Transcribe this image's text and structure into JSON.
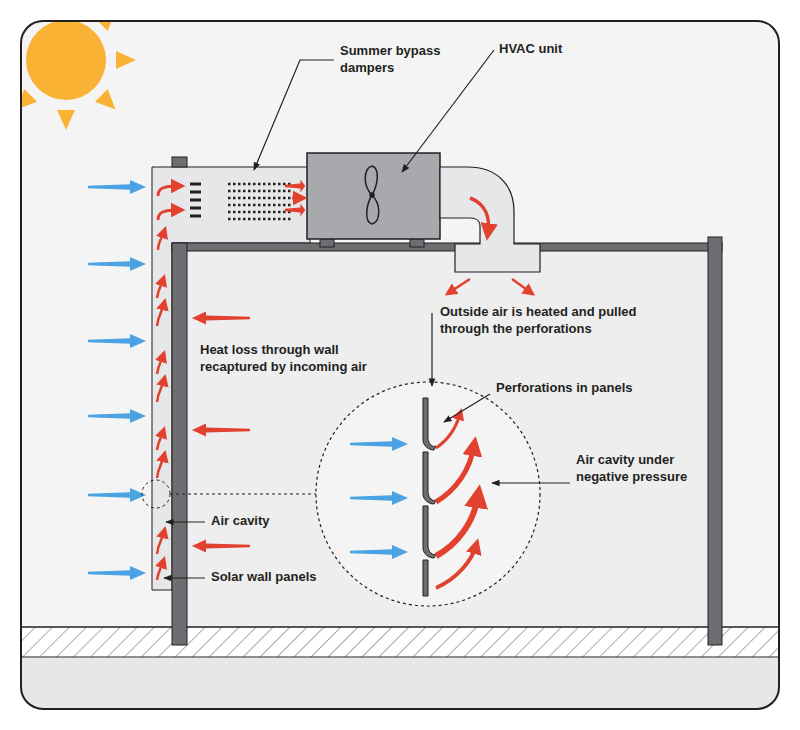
{
  "diagram": {
    "labels": [
      "Summer bypass dampers",
      "HVAC unit",
      "Heat loss through wall recaptured by incoming air",
      "Outside air is heated and pulled through the perforations",
      "Perforations in panels",
      "Air cavity under negative pressure",
      "Air cavity",
      "Solar wall panels"
    ]
  }
}
